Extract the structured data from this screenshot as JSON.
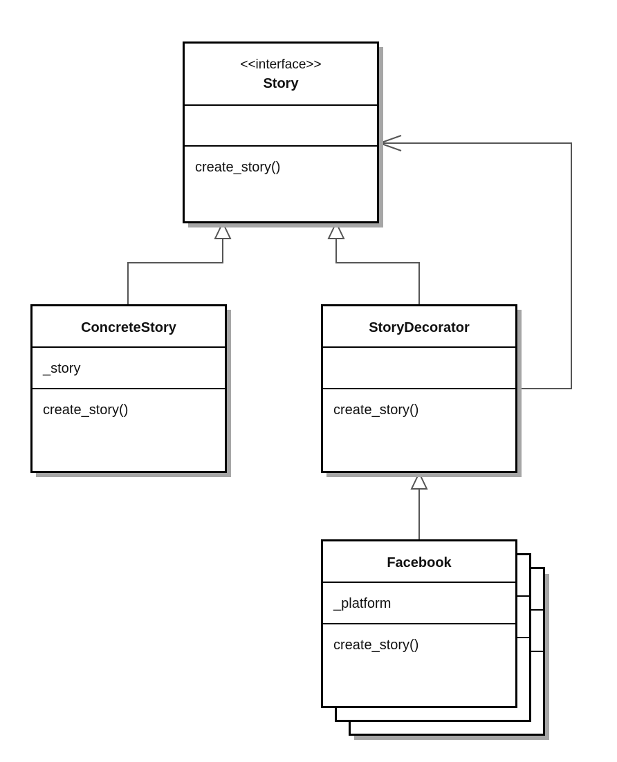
{
  "classes": {
    "story": {
      "stereotype": "<<interface>>",
      "name": "Story",
      "attributes": [],
      "methods": [
        "create_story()"
      ]
    },
    "concrete_story": {
      "name": "ConcreteStory",
      "attributes": [
        "_story"
      ],
      "methods": [
        "create_story()"
      ]
    },
    "story_decorator": {
      "name": "StoryDecorator",
      "attributes": [],
      "methods": [
        "create_story()"
      ]
    },
    "facebook": {
      "name": "Facebook",
      "attributes": [
        "_platform"
      ],
      "methods": [
        "create_story()"
      ],
      "stacked": true
    }
  },
  "relations": [
    {
      "from": "ConcreteStory",
      "to": "Story",
      "kind": "realization"
    },
    {
      "from": "StoryDecorator",
      "to": "Story",
      "kind": "realization"
    },
    {
      "from": "StoryDecorator",
      "to": "Story",
      "kind": "association"
    },
    {
      "from": "Facebook",
      "to": "StoryDecorator",
      "kind": "inheritance"
    }
  ],
  "colors": {
    "line": "#555555",
    "border": "#000000",
    "shadow": "#a6a6a6"
  }
}
